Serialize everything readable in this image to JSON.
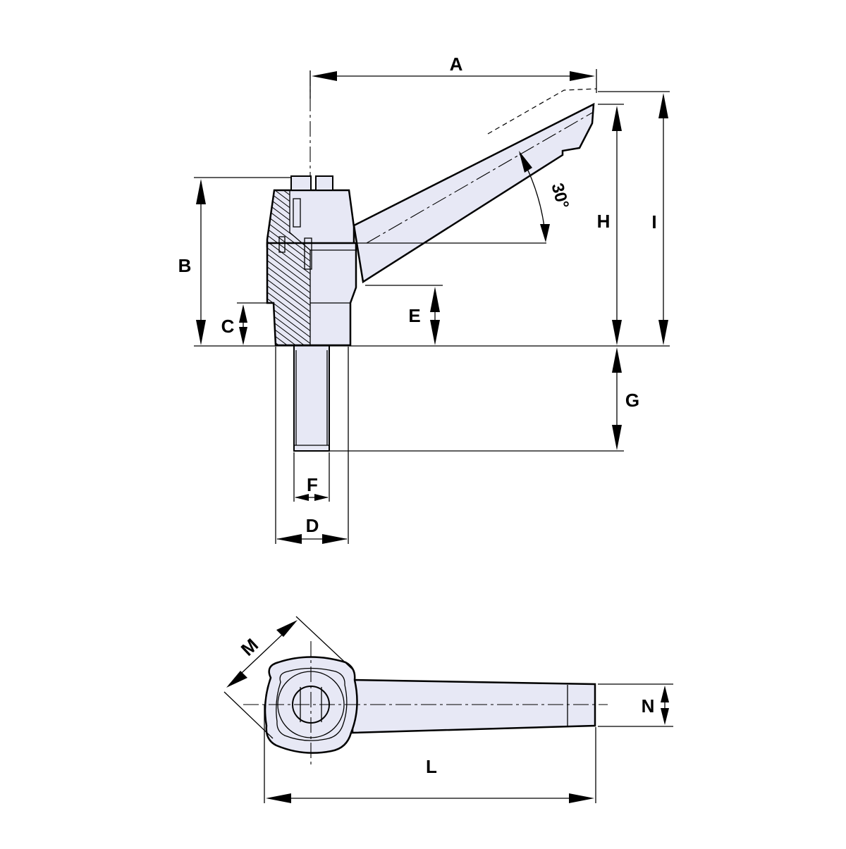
{
  "drawing": {
    "background_color": "#e7e8f5",
    "outline_color": "#000000",
    "dimension_labels": {
      "A": "A",
      "B": "B",
      "C": "C",
      "D": "D",
      "E": "E",
      "F": "F",
      "G": "G",
      "H": "H",
      "I": "I",
      "L": "L",
      "M": "M",
      "N": "N"
    },
    "angle_label": "30°"
  }
}
